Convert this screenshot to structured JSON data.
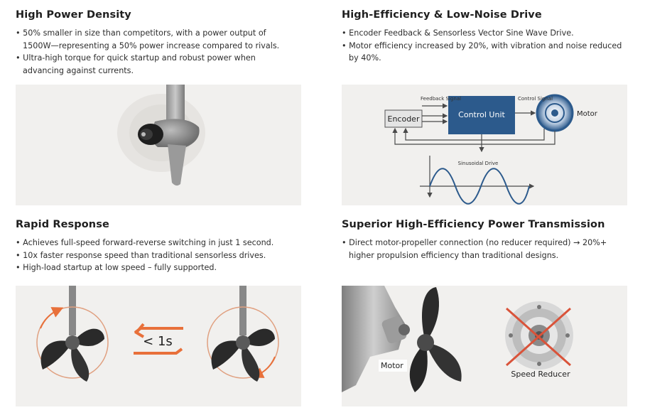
{
  "sections": {
    "power_density": {
      "title": "High Power Density",
      "bullets": [
        "50% smaller in size than competitors, with a power output of 1500W—representing a 50% power increase compared to rivals.",
        "Ultra-high torque for quick startup and robust power when advancing against currents."
      ]
    },
    "low_noise": {
      "title": "High-Efficiency & Low-Noise Drive",
      "bullets": [
        "Encoder Feedback & Sensorless Vector Sine Wave Drive.",
        "Motor efficiency increased by 20%, with vibration and noise reduced by 40%."
      ],
      "diagram": {
        "feedback_signal": "Feedback Signal",
        "control_signal": "Control Signal",
        "control_unit": "Control Unit",
        "encoder": "Encoder",
        "motor": "Motor",
        "sinusoidal_drive": "Sinusoidal Drive"
      }
    },
    "rapid_response": {
      "title": "Rapid Response",
      "bullets": [
        "Achieves full-speed forward-reverse switching in just 1 second.",
        "10x faster response speed than traditional sensorless drives.",
        "High-load startup at low speed – fully supported."
      ],
      "switch_time_label": "< 1s"
    },
    "transmission": {
      "title": "Superior High-Efficiency Power Transmission",
      "bullets": [
        "Direct motor-propeller connection (no reducer required) → 20%+ higher propulsion efficiency than traditional designs."
      ],
      "motor_label": "Motor",
      "reducer_label": "Speed Reducer"
    }
  },
  "colors": {
    "panel_bg": "#f1f0ee",
    "accent_orange": "#e8703a",
    "control_unit_blue": "#2c5a8c",
    "cross_red": "#d9533a"
  }
}
